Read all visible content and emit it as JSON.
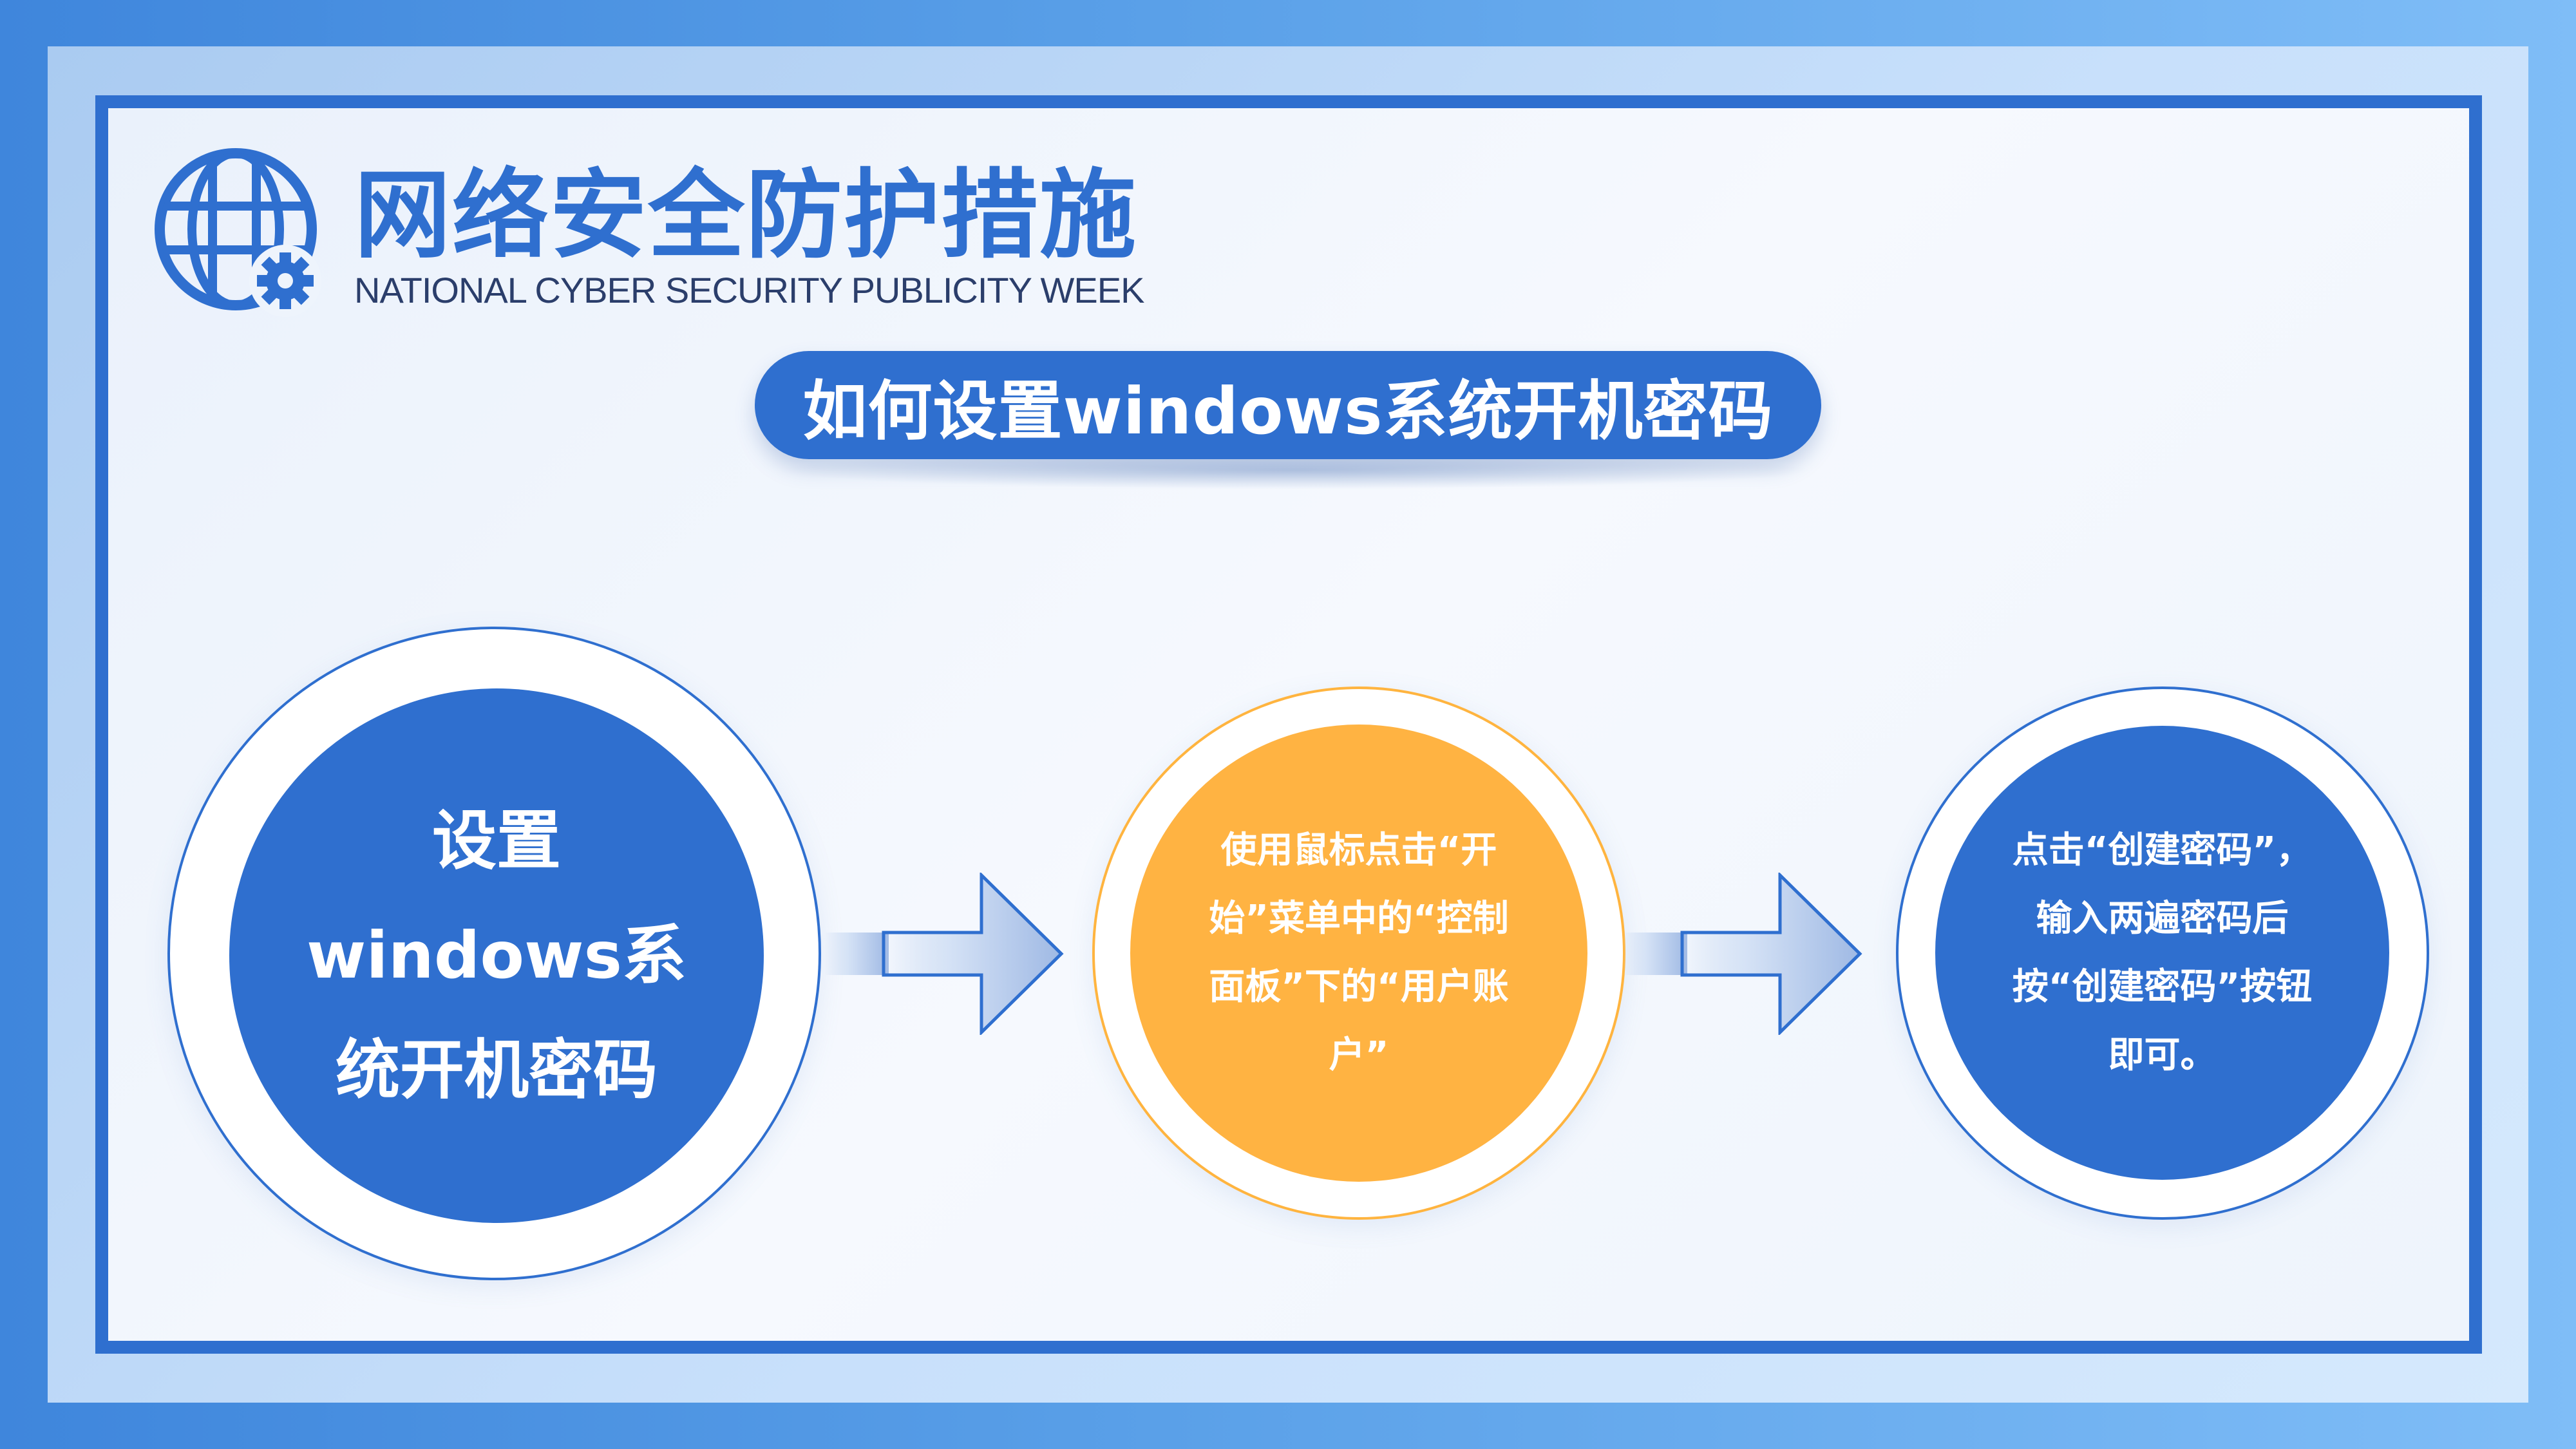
{
  "header": {
    "title": "网络安全防护措施",
    "subtitle": "NATIONAL CYBER SECURITY PUBLICITY WEEK",
    "logo_icon": "globe-gear-icon"
  },
  "banner": {
    "title": "如何设置windows系统开机密码"
  },
  "steps": [
    {
      "text": "设置windows系统开机密码",
      "color": "#2f6fcf"
    },
    {
      "text": "使用鼠标点击“开始”菜单中的“控制面板”下的“用户账户”",
      "color": "#ffb342"
    },
    {
      "text": "点击“创建密码”，输入两遍密码后按“创建密码”按钮即可。",
      "color": "#2f6fcf"
    }
  ],
  "arrows": {
    "icon": "right-arrow-icon"
  },
  "colors": {
    "primary": "#2f6fcf",
    "accent": "#ffb342",
    "background": "#eef4fc"
  }
}
